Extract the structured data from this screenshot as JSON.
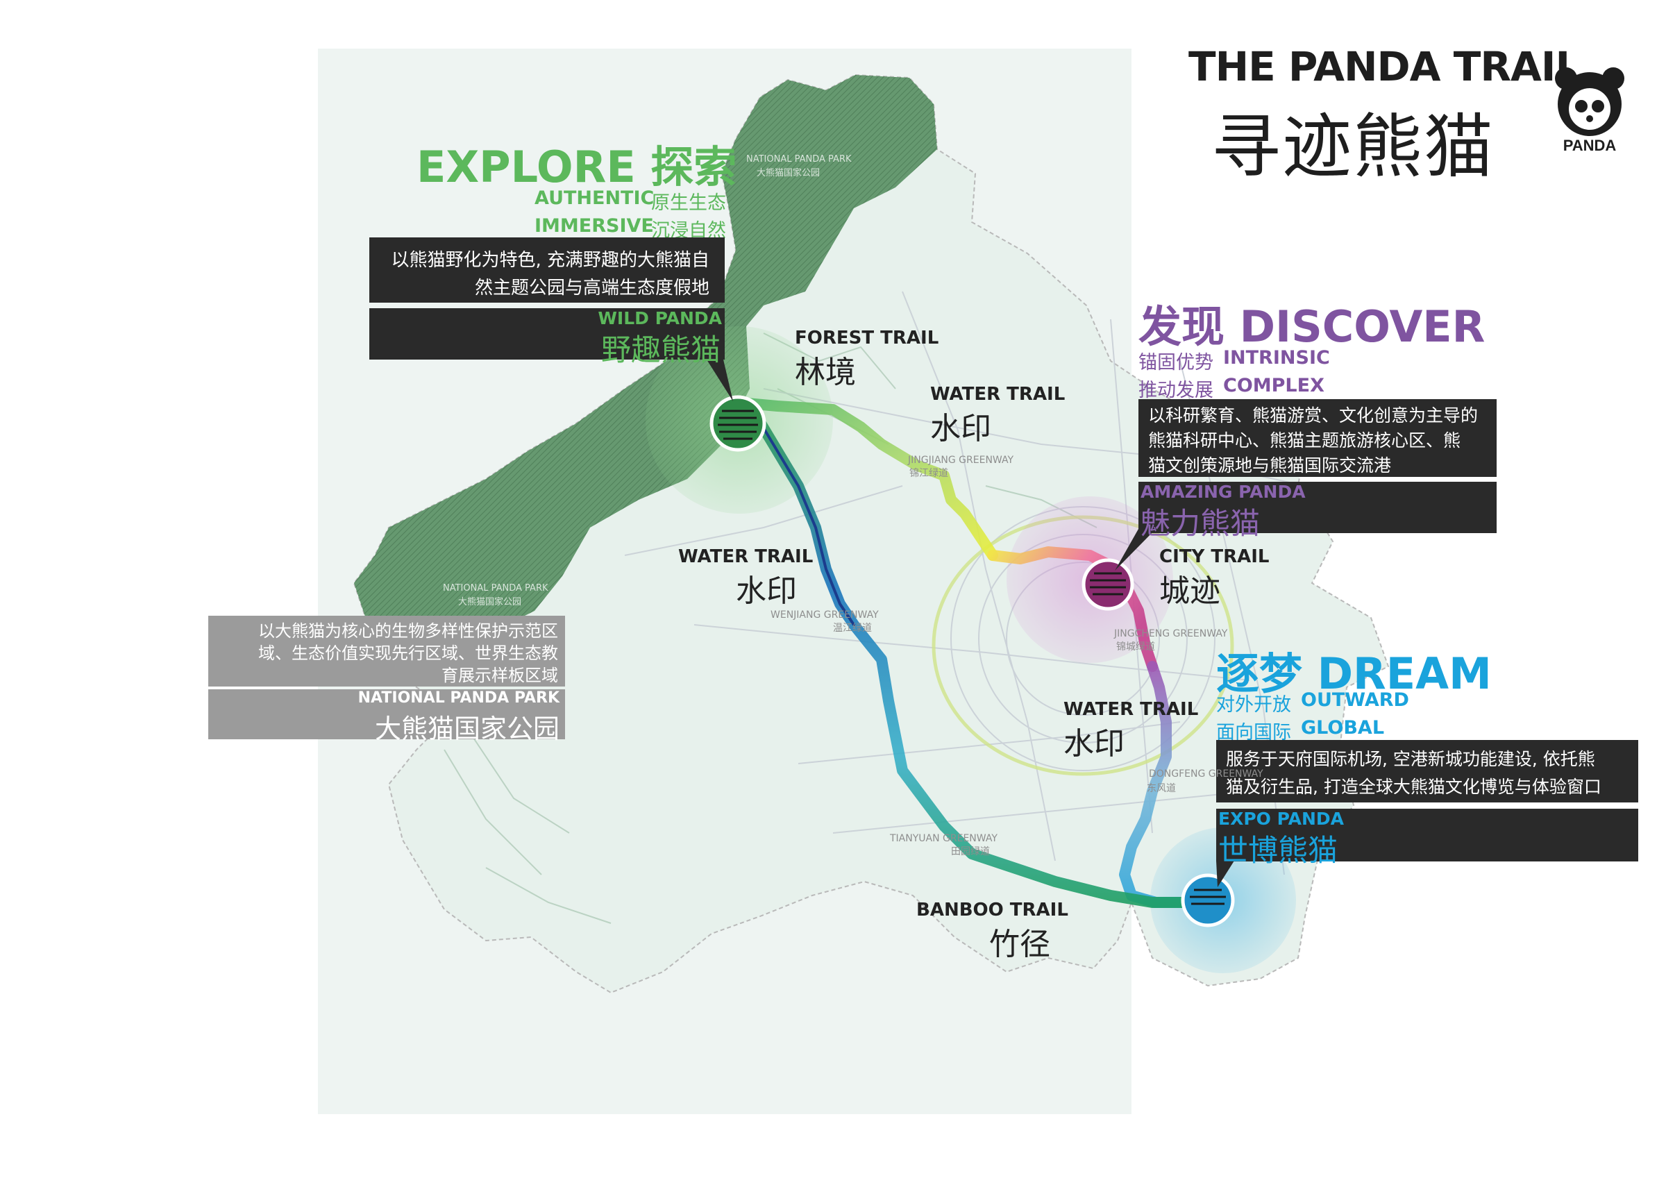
{
  "header": {
    "title_en": "THE PANDA TRAIL",
    "title_cn": "寻迹熊猫",
    "logo_text": "PANDA"
  },
  "colors": {
    "explore": "#5cb85c",
    "discover": "#7f54a0",
    "dream": "#1aa3dc",
    "dark_box": "#2a2a2a",
    "grey_box": "#9b9b9b"
  },
  "explore": {
    "title": "EXPLORE 探索",
    "sub1_en": "AUTHENTIC",
    "sub1_cn": "原生生态",
    "sub2_en": "IMMERSIVE",
    "sub2_cn": "沉浸自然",
    "desc_line1": "以熊猫野化为特色, 充满野趣的大熊猫自",
    "desc_line2": "然主题公园与高端生态度假地",
    "node_en": "WILD PANDA",
    "node_cn": "野趣熊猫"
  },
  "discover": {
    "title": "发现 DISCOVER",
    "sub1_cn": "锚固优势",
    "sub1_en": "INTRINSIC",
    "sub2_cn": "推动发展",
    "sub2_en": "COMPLEX",
    "desc_line1": "以科研繁育、熊猫游赏、文化创意为主导的",
    "desc_line2": "熊猫科研中心、熊猫主题旅游核心区、熊",
    "desc_line3": "猫文创策源地与熊猫国际交流港",
    "node_en": "AMAZING PANDA",
    "node_cn": "魅力熊猫"
  },
  "dream": {
    "title": "逐梦 DREAM",
    "sub1_cn": "对外开放",
    "sub1_en": "OUTWARD",
    "sub2_cn": "面向国际",
    "sub2_en": "GLOBAL",
    "desc_line1": "服务于天府国际机场, 空港新城功能建设, 依托熊",
    "desc_line2": "猫及衍生品, 打造全球大熊猫文化博览与体验窗口",
    "node_en": "EXPO PANDA",
    "node_cn": "世博熊猫"
  },
  "national_park": {
    "desc_line1": "以大熊猫为核心的生物多样性保护示范区",
    "desc_line2": "域、生态价值实现先行区域、世界生态教",
    "desc_line3": "育展示样板区域",
    "name_en": "NATIONAL PANDA PARK",
    "name_cn": "大熊猫国家公园",
    "map_label_en_1": "NATIONAL PANDA PARK",
    "map_label_cn_1": "大熊猫国家公园",
    "map_label_en_2": "NATIONAL PANDA PARK",
    "map_label_cn_2": "大熊猫国家公园"
  },
  "trails": {
    "forest_en": "FOREST TRAIL",
    "forest_cn": "林境",
    "water1_en": "WATER TRAIL",
    "water1_cn": "水印",
    "water2_en": "WATER TRAIL",
    "water2_cn": "水印",
    "water3_en": "WATER TRAIL",
    "water3_cn": "水印",
    "city_en": "CITY TRAIL",
    "city_cn": "城迹",
    "bamboo_en": "BANBOO TRAIL",
    "bamboo_cn": "竹径"
  },
  "greenways": {
    "jingjiang_en": "JINGJIANG GREENWAY",
    "jingjiang_cn": "锦江绿道",
    "wenjiang_en": "WENJIANG GREENWAY",
    "wenjiang_cn": "温江绿道",
    "jingcheng_en": "JINGCHENG GREENWAY",
    "jingcheng_cn": "锦城绿道",
    "dongfeng_en": "DONGFENG GREENWAY",
    "dongfeng_cn": "东风道",
    "tianyuan_en": "TIANYUAN GREENWAY",
    "tianyuan_cn": "田园绿道"
  }
}
